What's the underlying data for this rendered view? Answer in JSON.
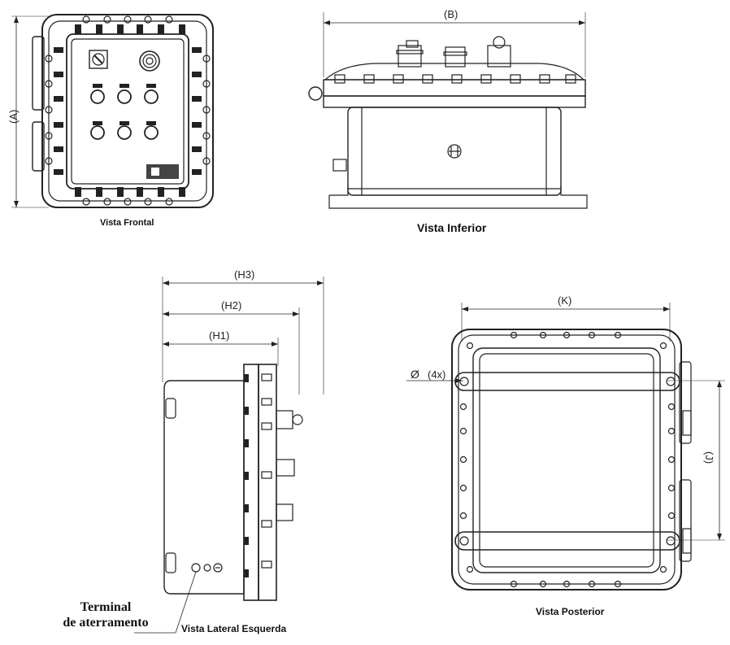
{
  "views": {
    "front": {
      "caption": "Vista Frontal",
      "dim_a": "(A)"
    },
    "bottom": {
      "caption": "Vista Inferior",
      "dim_b": "(B)"
    },
    "left": {
      "caption": "Vista Lateral Esquerda",
      "dim_h1": "(H1)",
      "dim_h2": "(H2)",
      "dim_h3": "(H3)"
    },
    "rear": {
      "caption": "Vista Posterior",
      "dim_k": "(K)",
      "dim_j": "(J)",
      "hole_symbol": "Ø",
      "hole_count": "(4x)"
    }
  },
  "ground_terminal": {
    "line1": "Terminal",
    "line2": "de aterramento"
  }
}
